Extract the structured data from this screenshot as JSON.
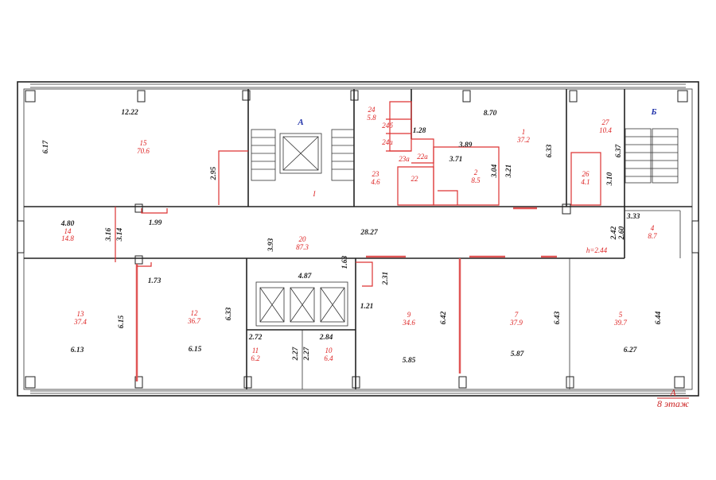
{
  "plan": {
    "legend": {
      "section": "А",
      "floor": "8 этаж"
    },
    "stairs": {
      "a_label": "А",
      "b_label": "Б",
      "corridor_mark": "I"
    },
    "rooms": [
      {
        "number": "15",
        "area": "70.6"
      },
      {
        "number": "24",
        "area": "5.8"
      },
      {
        "number": "24б",
        "area": ""
      },
      {
        "number": "24а",
        "area": ""
      },
      {
        "number": "23а",
        "area": ""
      },
      {
        "number": "23",
        "area": "4.6"
      },
      {
        "number": "22",
        "area": ""
      },
      {
        "number": "22а",
        "area": ""
      },
      {
        "number": "2",
        "area": "8.5"
      },
      {
        "number": "1",
        "area": "37.2"
      },
      {
        "number": "27",
        "area": "10.4"
      },
      {
        "number": "26",
        "area": "4.1"
      },
      {
        "number": "14",
        "area": "14.8"
      },
      {
        "number": "20",
        "area": "87.3"
      },
      {
        "number": "4",
        "area": "8.7"
      },
      {
        "number": "13",
        "area": "37.4"
      },
      {
        "number": "12",
        "area": "36.7"
      },
      {
        "number": "11",
        "area": "6.2"
      },
      {
        "number": "10",
        "area": "6.4"
      },
      {
        "number": "9",
        "area": "34.6"
      },
      {
        "number": "7",
        "area": "37.9"
      },
      {
        "number": "5",
        "area": "39.7"
      }
    ],
    "dims": {
      "d12_22": "12.22",
      "d6_17": "6.17",
      "d2_95": "2.95",
      "d1_28": "1.28",
      "d8_70": "8.70",
      "d3_89": "3.89",
      "d3_71": "3.71",
      "d3_04": "3.04",
      "d3_21": "3.21",
      "d6_33a": "6.33",
      "d3_10": "3.10",
      "d6_37": "6.37",
      "d4_80": "4.80",
      "d3_16": "3.16",
      "d3_14": "3.14",
      "d1_99": "1.99",
      "d3_93": "3.93",
      "d28_27": "28.27",
      "d1_63": "1.63",
      "d2_31": "2.31",
      "d1_21": "1.21",
      "d4_87": "4.87",
      "d3_33": "3.33",
      "d2_42": "2.42",
      "d2_60": "2.60",
      "h2_44": "h=2.44",
      "d1_73": "1.73",
      "d6_15a": "6.15",
      "d6_13": "6.13",
      "d6_33b": "6.33",
      "d6_15b": "6.15",
      "d2_72": "2.72",
      "d2_27a": "2.27",
      "d2_27b": "2.27",
      "d2_84": "2.84",
      "d6_42": "6.42",
      "d5_85": "5.85",
      "d6_43": "6.43",
      "d5_87": "5.87",
      "d6_44": "6.44",
      "d6_27": "6.27"
    }
  }
}
